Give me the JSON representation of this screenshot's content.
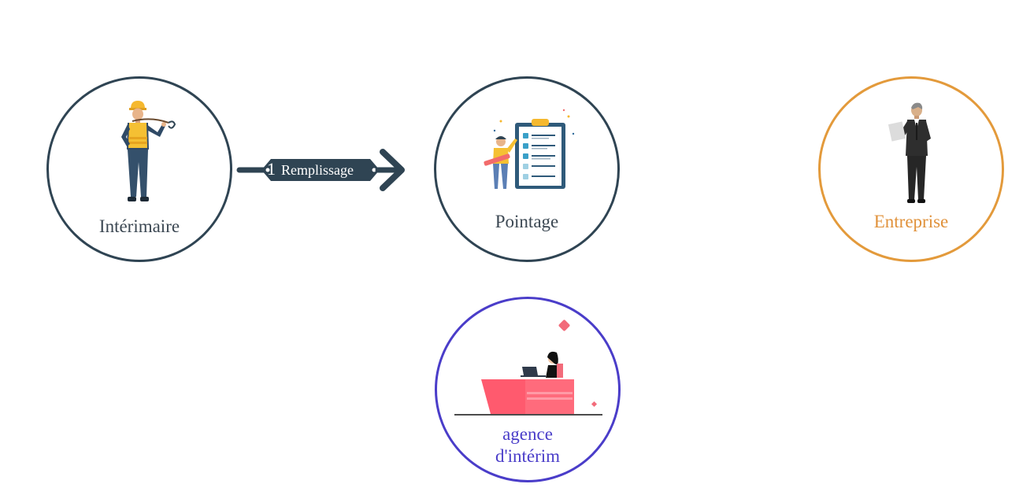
{
  "nodes": {
    "interimaire": {
      "label": "Intérimaire"
    },
    "pointage": {
      "label": "Pointage"
    },
    "entreprise": {
      "label": "Entreprise"
    },
    "agence": {
      "label_line1": "agence",
      "label_line2": "d'intérim"
    }
  },
  "arrow": {
    "number": "1",
    "label": "Remplissage"
  },
  "colors": {
    "dark": "#2f4453",
    "orange": "#e39a3b",
    "purple": "#4a3dc9",
    "text_dark": "#3b4752",
    "text_orange": "#e0913a",
    "text_purple": "#4a3dc9"
  }
}
